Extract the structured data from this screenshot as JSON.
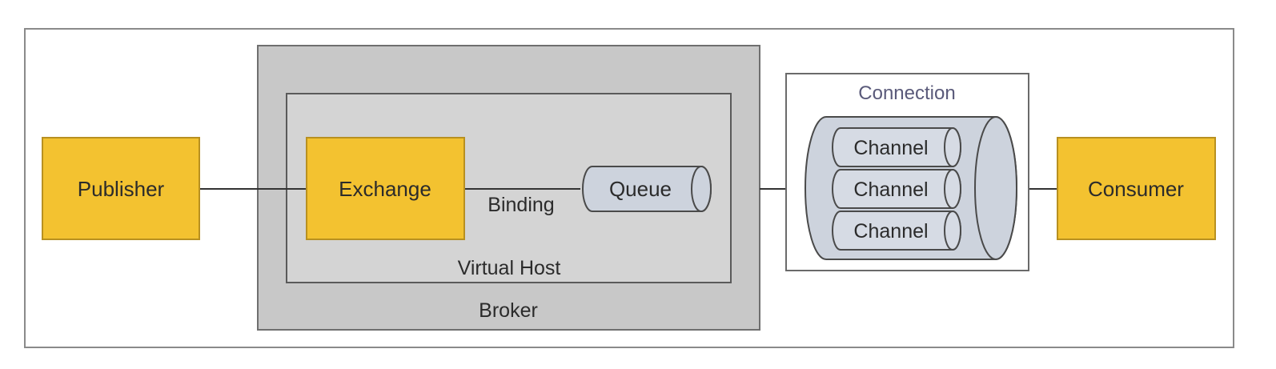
{
  "colors": {
    "background": "#ffffff",
    "frame_stroke": "#8a8a8a",
    "broker_fill": "#c8c8c8",
    "vhost_fill": "#d4d4d4",
    "actor_fill": "#f3c230",
    "actor_stroke": "#b89020",
    "cylinder_fill": "#cdd3dd",
    "cylinder_stroke": "#4a4a4a",
    "connection_label": "#5a5a7a",
    "line": "#333333"
  },
  "nodes": {
    "publisher": {
      "label": "Publisher"
    },
    "exchange": {
      "label": "Exchange"
    },
    "queue": {
      "label": "Queue"
    },
    "consumer": {
      "label": "Consumer"
    }
  },
  "containers": {
    "broker": {
      "label": "Broker"
    },
    "virtual_host": {
      "label": "Virtual Host"
    },
    "connection": {
      "label": "Connection"
    }
  },
  "edges": {
    "binding": {
      "label": "Binding"
    }
  },
  "channels": [
    {
      "label": "Channel"
    },
    {
      "label": "Channel"
    },
    {
      "label": "Channel"
    }
  ]
}
